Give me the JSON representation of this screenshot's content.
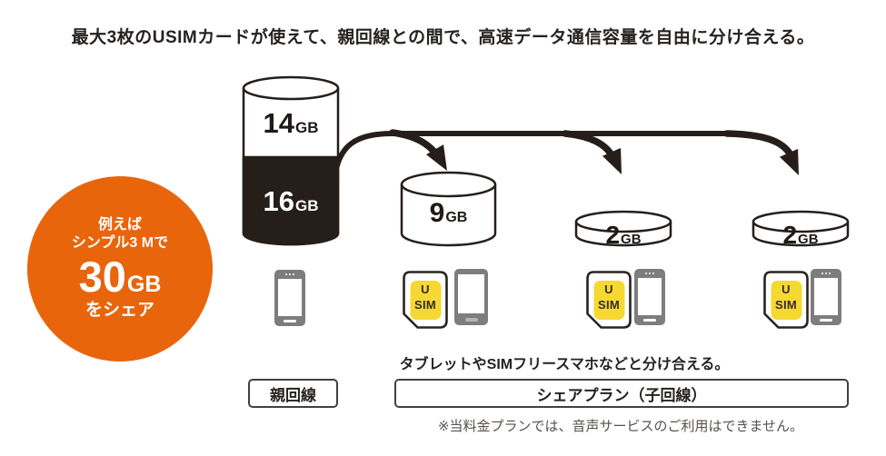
{
  "heading": "最大3枚のUSIMカードが使えて、親回線との間で、高速データ通信容量を自由に分け合える。",
  "promo_badge": {
    "line1": "例えば",
    "line2": "シンプル3 Mで",
    "big_value": "30",
    "big_unit": "GB",
    "line3": "をシェア",
    "bg_color": "#e8650c",
    "text_color": "#ffffff"
  },
  "parent_line": {
    "label": "親回線",
    "remaining": {
      "value": "14",
      "unit": "GB"
    },
    "shared": {
      "value": "16",
      "unit": "GB"
    }
  },
  "children": [
    {
      "capacity_value": "9",
      "capacity_unit": "GB",
      "device": "tablet"
    },
    {
      "capacity_value": "2",
      "capacity_unit": "GB",
      "device": "smartphone"
    },
    {
      "capacity_value": "2",
      "capacity_unit": "GB",
      "device": "smartphone"
    }
  ],
  "share_plan": {
    "label": "シェアプラン（子回線）"
  },
  "share_note": "タブレットやSIMフリースマホなどと分け合える。",
  "footnote": "※当料金プランでは、音声サービスのご利用はできません。",
  "usim_card": {
    "line1": "U",
    "line2": "SIM",
    "chip_color": "#f6d832"
  },
  "colors": {
    "ink": "#251e1b",
    "orange": "#e8650c",
    "sim_yellow": "#f6d832",
    "device_gray": "#7d7d7d"
  }
}
